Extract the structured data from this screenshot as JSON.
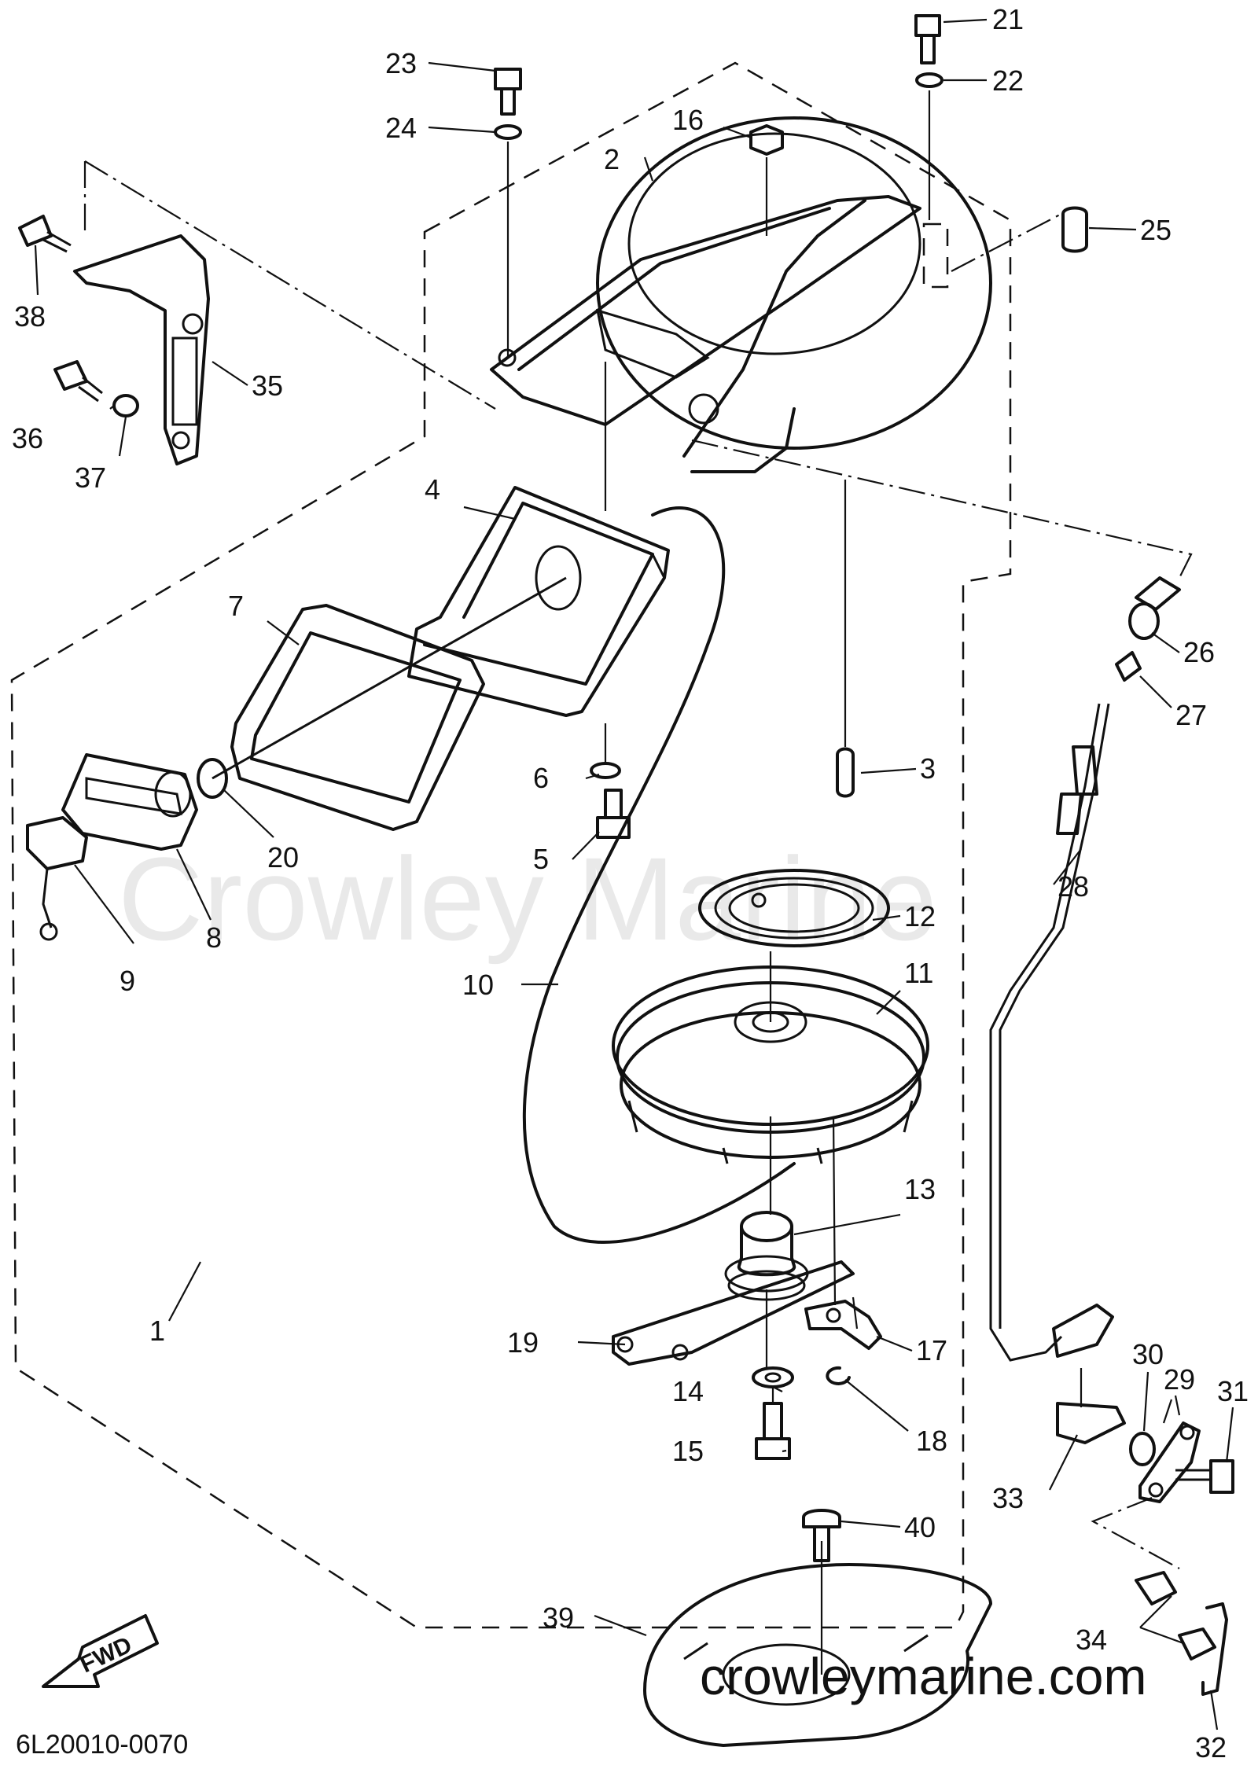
{
  "watermark": "Crowley Marine",
  "site": "crowleymarine.com",
  "diagram_code": "6L20010-0070",
  "fwd_label": "FWD",
  "callouts": {
    "p1": "1",
    "p2": "2",
    "p3": "3",
    "p4": "4",
    "p5": "5",
    "p6": "6",
    "p7": "7",
    "p8": "8",
    "p9": "9",
    "p10": "10",
    "p11": "11",
    "p12": "12",
    "p13": "13",
    "p14": "14",
    "p15": "15",
    "p16": "16",
    "p17": "17",
    "p18": "18",
    "p19": "19",
    "p20": "20",
    "p21": "21",
    "p22": "22",
    "p23": "23",
    "p24": "24",
    "p25": "25",
    "p26": "26",
    "p27": "27",
    "p28": "28",
    "p29": "29",
    "p30": "30",
    "p31": "31",
    "p32": "32",
    "p33": "33",
    "p34": "34",
    "p35": "35",
    "p36": "36",
    "p37": "37",
    "p38": "38",
    "p39": "39",
    "p40": "40"
  }
}
